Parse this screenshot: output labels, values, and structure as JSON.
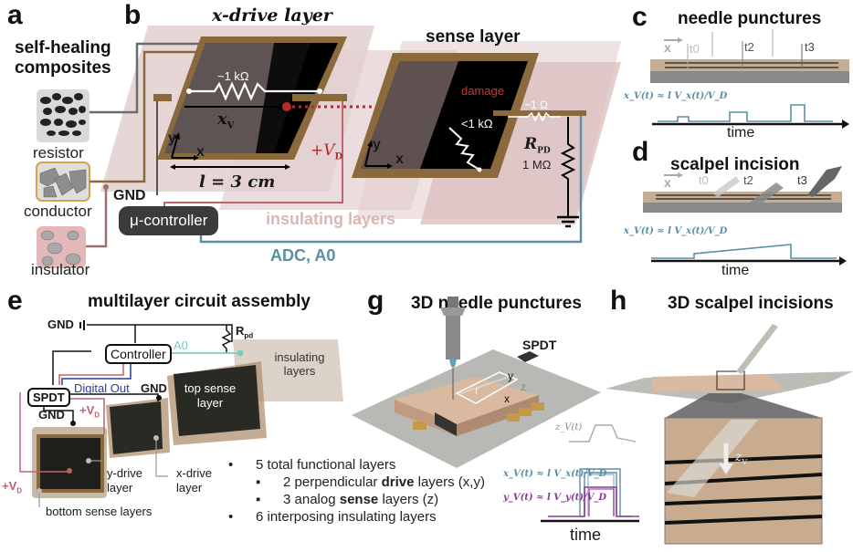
{
  "panels": {
    "a": {
      "label": "a",
      "title_line1": "self-healing",
      "title_line2": "composites",
      "materials": [
        {
          "name": "resistor"
        },
        {
          "name": "conductor"
        },
        {
          "name": "insulator"
        }
      ]
    },
    "b": {
      "label": "b",
      "x_drive_title": "x-drive layer",
      "sense_title": "sense layer",
      "resistor_label": "~1 kΩ",
      "xv_label": "x",
      "xv_sub": "V",
      "length_label": "l = 3 cm",
      "vd_label": "+V",
      "vd_sub": "D",
      "gnd_label": "GND",
      "controller_label": "μ-controller",
      "insulating_label": "insulating layers",
      "adc_label": "ADC, A0",
      "damage_label": "damage",
      "sense_resistor_label": "<1 kΩ",
      "contact_resistor_label": "~1 Ω",
      "rpd_label": "R",
      "rpd_sub": "PD",
      "rpd_value": "1 MΩ",
      "axis_x": "x",
      "axis_y": "y",
      "colors": {
        "insulator_pink": "#dcc3c3",
        "conductor_brown": "#8a6a3c",
        "resistor_black": "#000000",
        "damage_red": "#b52a2a",
        "vd_red": "#c0646e",
        "adc_blue": "#5a8fa6"
      }
    },
    "c": {
      "label": "c",
      "title": "needle punctures",
      "direction_label": "x",
      "time_labels": [
        "t0",
        "t2",
        "t3"
      ],
      "formula": "x_V(t) ≈ l V_x(t)/V_D",
      "xaxis_label": "time"
    },
    "d": {
      "label": "d",
      "title": "scalpel incision",
      "direction_label": "x",
      "time_labels": [
        "t0",
        "t2",
        "t3"
      ],
      "formula": "x_V(t) ≈ l V_x(t)/V_D",
      "xaxis_label": "time"
    },
    "e": {
      "label": "e",
      "title": "multilayer circuit assembly",
      "gnd_top": "GND",
      "controller": "Controller",
      "a0": "A0",
      "rpd": "R",
      "rpd_sub": "pd",
      "insulating_layers": "insulating layers",
      "digital_out": "Digital Out",
      "gnd_mid": "GND",
      "spdt": "SPDT",
      "gnd_bottom": "GND",
      "vd1": "+V",
      "vd1_sub": "D",
      "vd2": "+V",
      "vd2_sub": "D",
      "top_sense_layer": "top sense layer",
      "y_drive_layer": "y-drive layer",
      "x_drive_layer": "x-drive layer",
      "bottom_sense_layers": "bottom sense layers",
      "bullets": [
        {
          "level": 1,
          "pre": "5 total functional layers",
          "bold": "",
          "post": ""
        },
        {
          "level": 2,
          "pre": "2 perpendicular ",
          "bold": "drive",
          "post": " layers (x,y)"
        },
        {
          "level": 2,
          "pre": "3 analog ",
          "bold": "sense",
          "post": " layers (z)"
        },
        {
          "level": 1,
          "pre": "6 interposing insulating layers",
          "bold": "",
          "post": ""
        }
      ]
    },
    "g": {
      "label": "g",
      "title": "3D needle punctures",
      "spdt": "SPDT",
      "axis_x": "x",
      "axis_y": "y",
      "axis_z": "z",
      "r_label": "r",
      "zv_label": "z_V(t)",
      "formula_x": "x_V(t) ≈ l V_x(t)/V_D",
      "formula_y": "y_V(t) ≈ l V_y(t)/V_D",
      "xaxis_label": "time",
      "colors": {
        "x_trace": "#5a8fa6",
        "y_trace": "#8b3a9a",
        "z_trace": "#aaaaaa"
      }
    },
    "h": {
      "label": "h",
      "title": "3D scalpel incisions",
      "zv_label": "z",
      "zv_sub": "V"
    }
  }
}
